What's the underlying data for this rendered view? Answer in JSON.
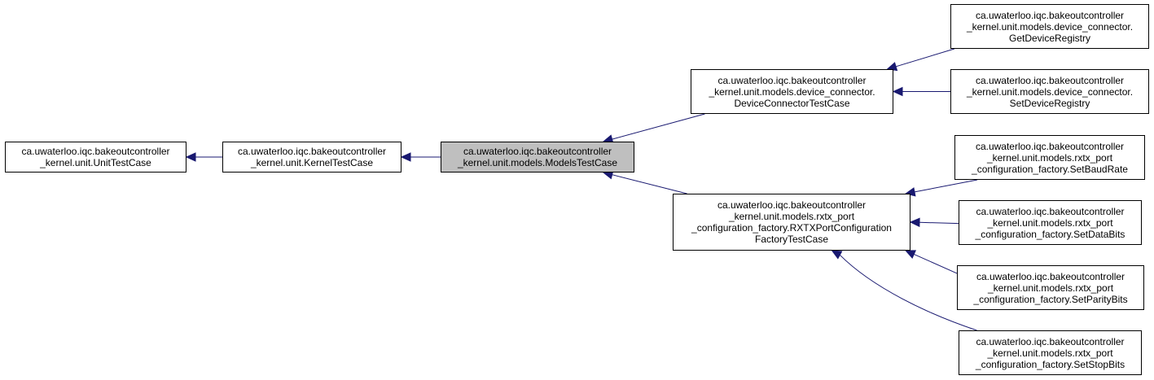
{
  "diagram": {
    "colors": {
      "edge": "#191970",
      "border": "#000000",
      "highlight": "#bfbfbf"
    },
    "nodes": [
      {
        "id": "unit_test_case",
        "lines": [
          "ca.uwaterloo.iqc.bakeoutcontroller",
          "_kernel.unit.UnitTestCase"
        ],
        "align": "left"
      },
      {
        "id": "kernel_test_case",
        "lines": [
          "ca.uwaterloo.iqc.bakeoutcontroller",
          "_kernel.unit.KernelTestCase"
        ],
        "align": "left"
      },
      {
        "id": "models_test_case",
        "lines": [
          "ca.uwaterloo.iqc.bakeoutcontroller",
          "_kernel.unit.models.ModelsTestCase"
        ],
        "align": "left",
        "current": true
      },
      {
        "id": "device_connector_test_case",
        "lines": [
          "ca.uwaterloo.iqc.bakeoutcontroller",
          "_kernel.unit.models.device_connector.",
          "DeviceConnectorTestCase"
        ],
        "align": "left"
      },
      {
        "id": "rxtx_factory_test_case",
        "lines": [
          "ca.uwaterloo.iqc.bakeoutcontroller",
          "_kernel.unit.models.rxtx_port",
          "_configuration_factory.RXTXPortConfiguration",
          "FactoryTestCase"
        ],
        "align": "left"
      },
      {
        "id": "get_device_registry",
        "lines": [
          "ca.uwaterloo.iqc.bakeoutcontroller",
          "_kernel.unit.models.device_connector.",
          "GetDeviceRegistry"
        ],
        "align": "left"
      },
      {
        "id": "set_device_registry",
        "lines": [
          "ca.uwaterloo.iqc.bakeoutcontroller",
          "_kernel.unit.models.device_connector.",
          "SetDeviceRegistry"
        ],
        "align": "left"
      },
      {
        "id": "set_baud_rate",
        "lines": [
          "ca.uwaterloo.iqc.bakeoutcontroller",
          "_kernel.unit.models.rxtx_port",
          "_configuration_factory.SetBaudRate"
        ],
        "align": "left"
      },
      {
        "id": "set_data_bits",
        "lines": [
          "ca.uwaterloo.iqc.bakeoutcontroller",
          "_kernel.unit.models.rxtx_port",
          "_configuration_factory.SetDataBits"
        ],
        "align": "left"
      },
      {
        "id": "set_parity_bits",
        "lines": [
          "ca.uwaterloo.iqc.bakeoutcontroller",
          "_kernel.unit.models.rxtx_port",
          "_configuration_factory.SetParityBits"
        ],
        "align": "left"
      },
      {
        "id": "set_stop_bits",
        "lines": [
          "ca.uwaterloo.iqc.bakeoutcontroller",
          "_kernel.unit.models.rxtx_port",
          "_configuration_factory.SetStopBits"
        ],
        "align": "left"
      }
    ],
    "edges": [
      {
        "from": "kernel_test_case",
        "to": "unit_test_case"
      },
      {
        "from": "models_test_case",
        "to": "kernel_test_case"
      },
      {
        "from": "device_connector_test_case",
        "to": "models_test_case"
      },
      {
        "from": "rxtx_factory_test_case",
        "to": "models_test_case"
      },
      {
        "from": "get_device_registry",
        "to": "device_connector_test_case"
      },
      {
        "from": "set_device_registry",
        "to": "device_connector_test_case"
      },
      {
        "from": "set_baud_rate",
        "to": "rxtx_factory_test_case"
      },
      {
        "from": "set_data_bits",
        "to": "rxtx_factory_test_case"
      },
      {
        "from": "set_parity_bits",
        "to": "rxtx_factory_test_case"
      },
      {
        "from": "set_stop_bits",
        "to": "rxtx_factory_test_case"
      }
    ]
  }
}
